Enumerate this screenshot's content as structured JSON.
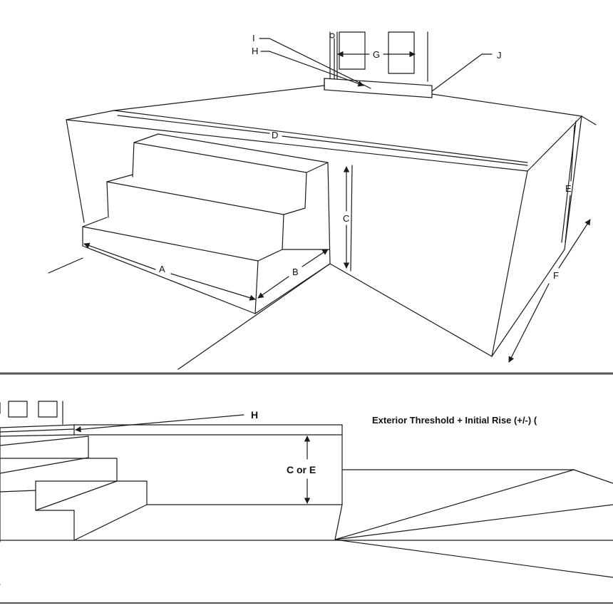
{
  "top_diagram": {
    "labels": {
      "a": "A",
      "b": "B",
      "c": "C",
      "d": "D",
      "e": "E",
      "f": "F",
      "g": "G",
      "h": "H",
      "i": "I",
      "j": "J"
    }
  },
  "bottom_diagram": {
    "labels": {
      "h": "H",
      "c_or_e": "C or E"
    },
    "caption": "Exterior Threshold + Initial Rise (+/-) ("
  }
}
